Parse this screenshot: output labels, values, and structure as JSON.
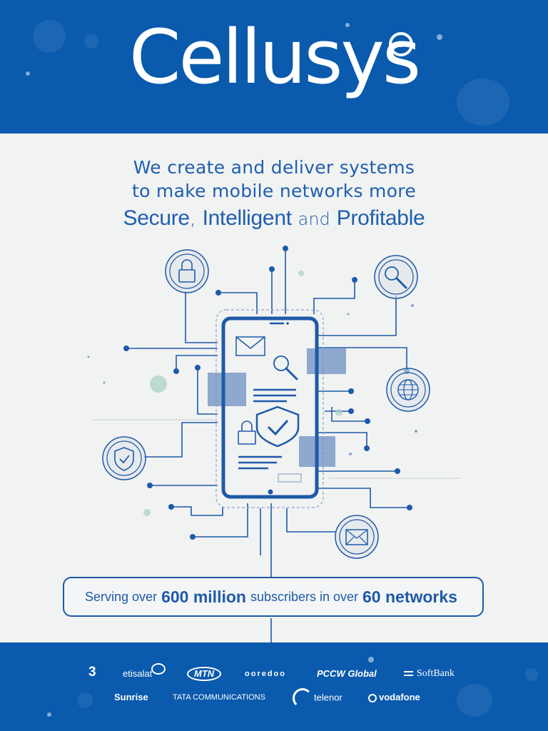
{
  "brand": {
    "name": "Cellusys"
  },
  "tagline": {
    "line1": "We create and deliver systems",
    "line2": "to make mobile networks more",
    "kw1": "Secure",
    "sep1": ",",
    "kw2": "Intelligent",
    "conj": "and",
    "kw3": "Profitable"
  },
  "serving": {
    "prefix": "Serving over",
    "subscribers": "600 million",
    "middle": "subscribers in over",
    "networks": "60 networks"
  },
  "partners": {
    "three": "3",
    "etisalat": "etisalat",
    "mtn": "MTN",
    "ooredoo": "ooredoo",
    "pccw": "PCCW Global",
    "softbank": "SoftBank",
    "sunrise": "Sunrise",
    "tata": "TATA COMMUNICATIONS",
    "telenor": "telenor",
    "vodafone": "vodafone"
  },
  "icons": [
    "lock-icon",
    "magnifier-icon",
    "globe-icon",
    "shield-check-icon",
    "envelope-icon",
    "smartphone-icon"
  ],
  "colors": {
    "brand_blue": "#0a5aad",
    "line_blue": "#1e5aa8",
    "background": "#f1f2f2"
  }
}
